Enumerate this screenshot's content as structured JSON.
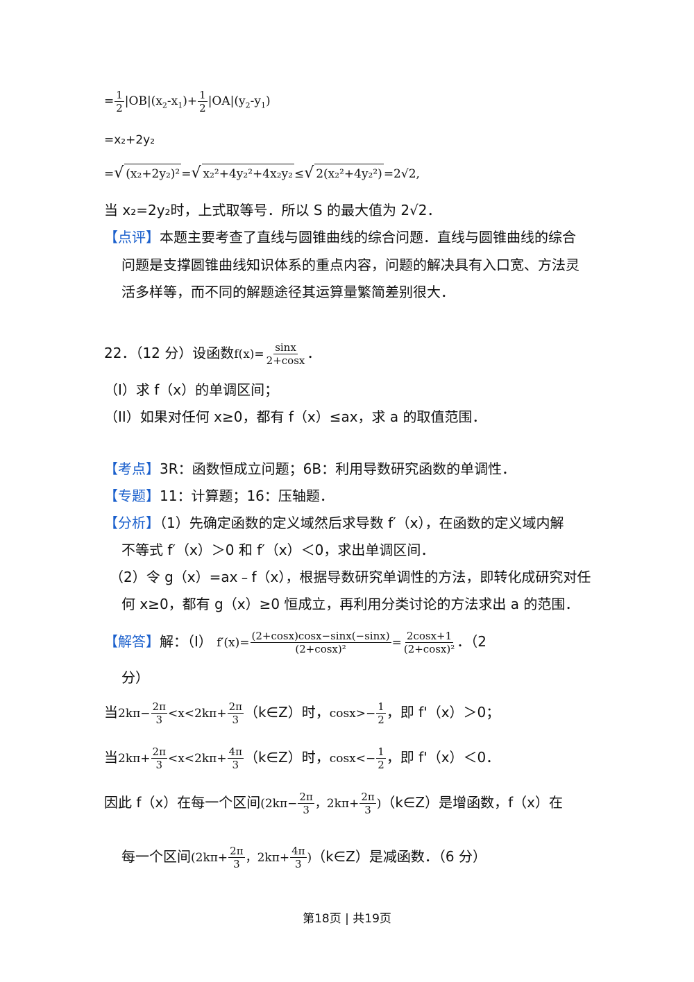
{
  "proof": {
    "line1_prefix": "=",
    "line1_half": "1",
    "line1_two": "2",
    "line1_ob": "|OB|(x",
    "line1_mid": "-x",
    "line1_plus": ")+",
    "line1_oa": "|OA|(y",
    "line1_end": "-y",
    "line1_close": ")",
    "line2": "=x₂+2y₂",
    "line3_a": "(x₂+2y₂)²",
    "line3_b": "x₂²+4y₂²+4x₂y₂",
    "line3_c": "2(x₂²+4y₂²)",
    "line3_d": "=2√2,",
    "line4": "当 x₂=2y₂时，上式取等号．所以 S 的最大值为 2√2．"
  },
  "review": {
    "tag": "【点评】",
    "text1": "本题主要考查了直线与圆锥曲线的综合问题．直线与圆锥曲线的综合",
    "text2": "问题是支撑圆锥曲线知识体系的重点内容，问题的解决具有入口宽、方法灵",
    "text3": "活多样等，而不同的解题途径其运算量繁简差别很大．"
  },
  "problem": {
    "header": "22．（12 分）设函数",
    "f_label": "f(x)=",
    "f_num": "sinx",
    "f_den": "2+cosx",
    "f_end": "．",
    "part1": "（I）求 f（x）的单调区间；",
    "part2": "（II）如果对任何 x≥0，都有 f（x）≤ax，求 a 的取值范围．"
  },
  "kaodian": {
    "tag": "【考点】",
    "text": "3R：函数恒成立问题；6B：利用导数研究函数的单调性．"
  },
  "zhuanti": {
    "tag": "【专题】",
    "text": "11：计算题；16：压轴题．"
  },
  "fenxi": {
    "tag": "【分析】",
    "text1": "（1）先确定函数的定义域然后求导数 f′（x），在函数的定义域内解",
    "text2": "不等式 f′（x）＞0 和 f′（x）＜0，求出单调区间．",
    "text3": "（2）令 g（x）=ax﹣f（x），根据导数研究单调性的方法，即转化成研究对任",
    "text4": "何 x≥0，都有 g（x）≥0 恒成立，再利用分类讨论的方法求出 a 的范围．"
  },
  "jieda": {
    "tag": "【解答】",
    "intro": "解：（I）",
    "deriv_label": "f′(x)=",
    "deriv_num": "(2+cosx)cosx−sinx(−sinx)",
    "deriv_den": "(2+cosx)²",
    "deriv_eq": "=",
    "deriv_num2": "2cosx+1",
    "deriv_den2": "(2+cosx)²",
    "deriv_end": "．（2",
    "score1": "分）",
    "case1_pre": "当",
    "case1_math": "2kπ−",
    "case1_lt": "<x<2kπ+",
    "case1_post": "（k∈Z）时，",
    "case1_cos": "cosx>−",
    "case1_tail": "，即 f'（x）＞0；",
    "case2_pre": "当",
    "case2_math": "2kπ+",
    "case2_lt": "<x<2kπ+",
    "case2_post": "（k∈Z）时，",
    "case2_cos": "cosx<−",
    "case2_tail": "，即 f'（x）＜0．",
    "two_pi": "2π",
    "four_pi": "4π",
    "three": "3",
    "one": "1",
    "two": "2",
    "conc1_pre": "因此 f（x）在每一个区间",
    "conc1_int_a": "(2kπ−",
    "conc1_int_b": "，2kπ+",
    "conc1_int_c": ")",
    "conc1_post": "（k∈Z）是增函数，f（x）在",
    "conc2_pre": "每一个区间",
    "conc2_int_a": "(2kπ+",
    "conc2_int_b": "，2kπ+",
    "conc2_int_c": ")",
    "conc2_post": "（k∈Z）是减函数．（6 分）"
  },
  "footer": {
    "text": "第18页 | 共19页"
  }
}
